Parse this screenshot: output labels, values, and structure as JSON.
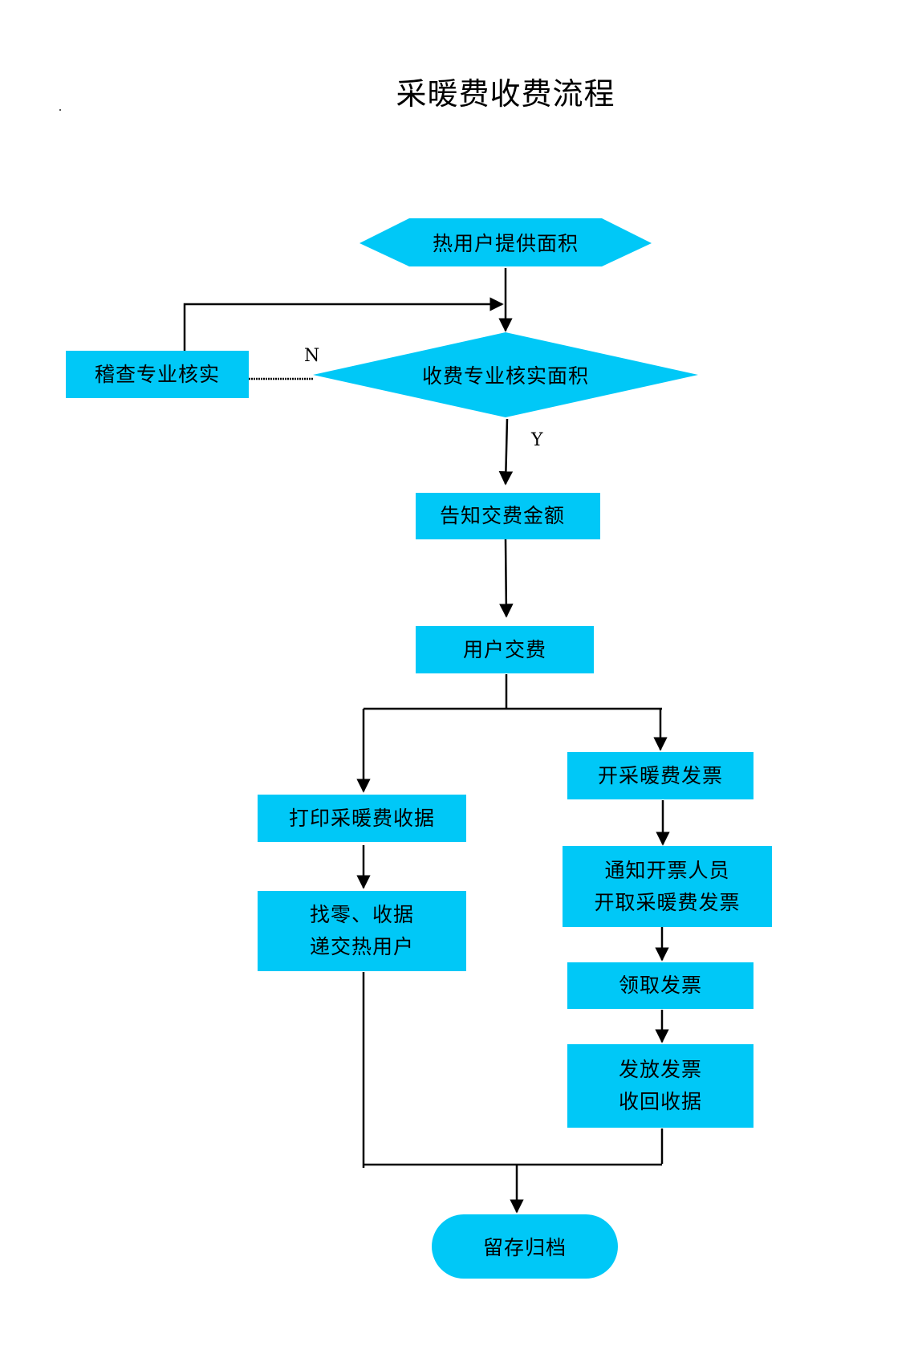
{
  "diagram": {
    "title": "采暖费收费流程",
    "nodes": {
      "start": {
        "lines": [
          "热用户提供面积"
        ]
      },
      "check_area": {
        "lines": [
          "收费专业核实面积"
        ]
      },
      "audit": {
        "lines": [
          "稽查专业核实"
        ]
      },
      "notify_amount": {
        "lines": [
          "告知交费金额"
        ]
      },
      "user_pay": {
        "lines": [
          "用户交费"
        ]
      },
      "print_receipt": {
        "lines": [
          "打印采暖费收据"
        ]
      },
      "change_receipt": {
        "lines": [
          "找零、收据",
          "递交热用户"
        ]
      },
      "issue_invoice": {
        "lines": [
          "开采暖费发票"
        ]
      },
      "notify_staff": {
        "lines": [
          "通知开票人员",
          "开取采暖费发票"
        ]
      },
      "get_invoice": {
        "lines": [
          "领取发票"
        ]
      },
      "distribute": {
        "lines": [
          "发放发票",
          "收回收据"
        ]
      },
      "archive": {
        "lines": [
          "留存归档"
        ]
      }
    },
    "edge_labels": {
      "no": "N",
      "yes": "Y"
    },
    "colors": {
      "fill": "#00c8f7",
      "line": "#000000"
    }
  }
}
